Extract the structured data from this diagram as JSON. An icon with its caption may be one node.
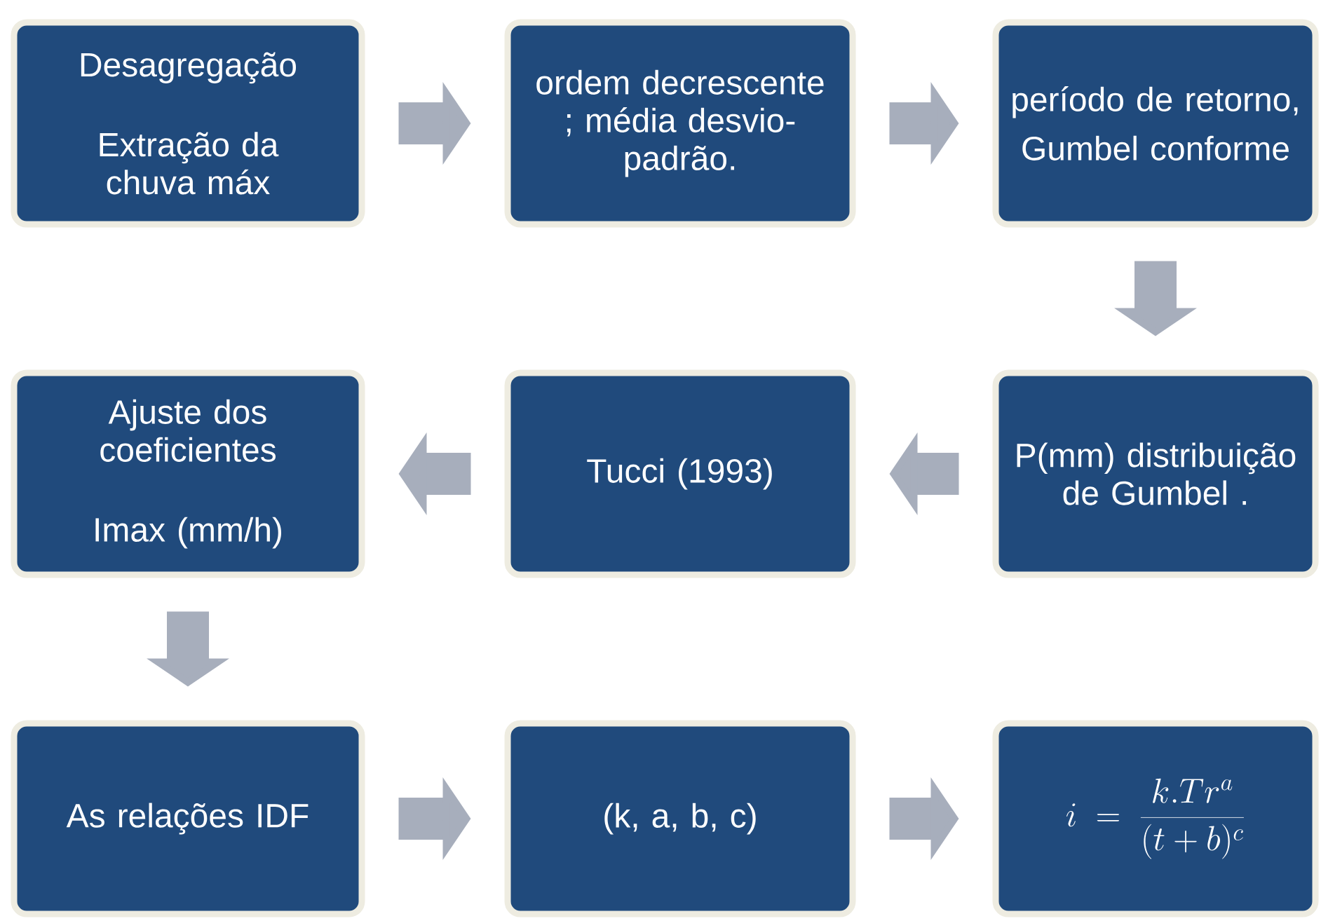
{
  "diagram": {
    "nodes": [
      {
        "text": [
          "Desagregação",
          "Extração da chuva máx"
        ]
      },
      {
        "text": [
          "ordem decrescente ; média desvio-padrão."
        ]
      },
      {
        "text": [
          "período de retorno,",
          "Gumbel conforme"
        ]
      },
      {
        "text": [
          "P(mm) distribuição de Gumbel ."
        ]
      },
      {
        "text": [
          "Tucci (1993)"
        ]
      },
      {
        "text": [
          "Ajuste dos coeficientes",
          "Imax (mm/h)"
        ]
      },
      {
        "text": [
          "As relações IDF"
        ]
      },
      {
        "text": [
          "(k, a, b, c)"
        ]
      },
      {
        "text": [
          "i=\\frac{k.Tr^{a}}{(t+b)^{c}}"
        ]
      }
    ],
    "edges": [
      {
        "from": 0,
        "to": 1,
        "arrow": "to"
      },
      {
        "from": 1,
        "to": 2,
        "arrow": "to"
      },
      {
        "from": 2,
        "to": 3,
        "arrow": "to"
      },
      {
        "from": 3,
        "to": 4,
        "arrow": "to"
      },
      {
        "from": 4,
        "to": 5,
        "arrow": "to"
      },
      {
        "from": 5,
        "to": 6,
        "arrow": "to"
      },
      {
        "from": 6,
        "to": 7,
        "arrow": "to"
      },
      {
        "from": 7,
        "to": 8,
        "arrow": "to"
      }
    ]
  }
}
